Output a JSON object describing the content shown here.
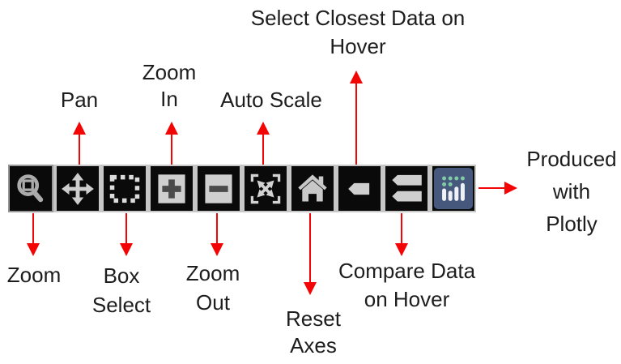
{
  "colors": {
    "arrow_red": "#f40505",
    "text_ink": "#1d1d1d",
    "button_background": "#0a0a0a",
    "button_border": "#c7c7c7",
    "glyph_gray": "#c9c9c9",
    "glyph_dark": "#4a4a4a",
    "plotly_tile_blue": "#46587c",
    "plotly_dot_teal": "#7fcba6",
    "plotly_bar_white": "#eef2f8"
  },
  "toolbar": {
    "buttons": [
      {
        "id": "zoom",
        "label": "Zoom"
      },
      {
        "id": "pan",
        "label": "Pan"
      },
      {
        "id": "box-select",
        "label": "Box Select"
      },
      {
        "id": "zoom-in",
        "label": "Zoom In"
      },
      {
        "id": "zoom-out",
        "label": "Zoom Out"
      },
      {
        "id": "auto-scale",
        "label": "Auto Scale"
      },
      {
        "id": "reset-axes",
        "label": "Reset Axes"
      },
      {
        "id": "closest-on-hover",
        "label": "Select Closest Data on Hover"
      },
      {
        "id": "compare-on-hover",
        "label": "Compare Data on Hover"
      },
      {
        "id": "plotly-logo",
        "label": "Produced with Plotly"
      }
    ]
  },
  "annotations": {
    "zoom": {
      "lines": [
        "Zoom"
      ]
    },
    "pan": {
      "lines": [
        "Pan"
      ]
    },
    "zoom_in": {
      "lines": [
        "Zoom",
        "In"
      ]
    },
    "box_select": {
      "lines": [
        "Box",
        "Select"
      ]
    },
    "zoom_out": {
      "lines": [
        "Zoom",
        "Out"
      ]
    },
    "auto_scale": {
      "lines": [
        "Auto Scale"
      ]
    },
    "reset_axes": {
      "lines": [
        "Reset",
        "Axes"
      ]
    },
    "select_closest": {
      "lines": [
        "Select Closest Data on",
        "Hover"
      ]
    },
    "compare_hover": {
      "lines": [
        "Compare Data",
        "on Hover"
      ]
    },
    "plotly_credit": {
      "lines": [
        "Produced",
        "with",
        "Plotly"
      ]
    }
  }
}
